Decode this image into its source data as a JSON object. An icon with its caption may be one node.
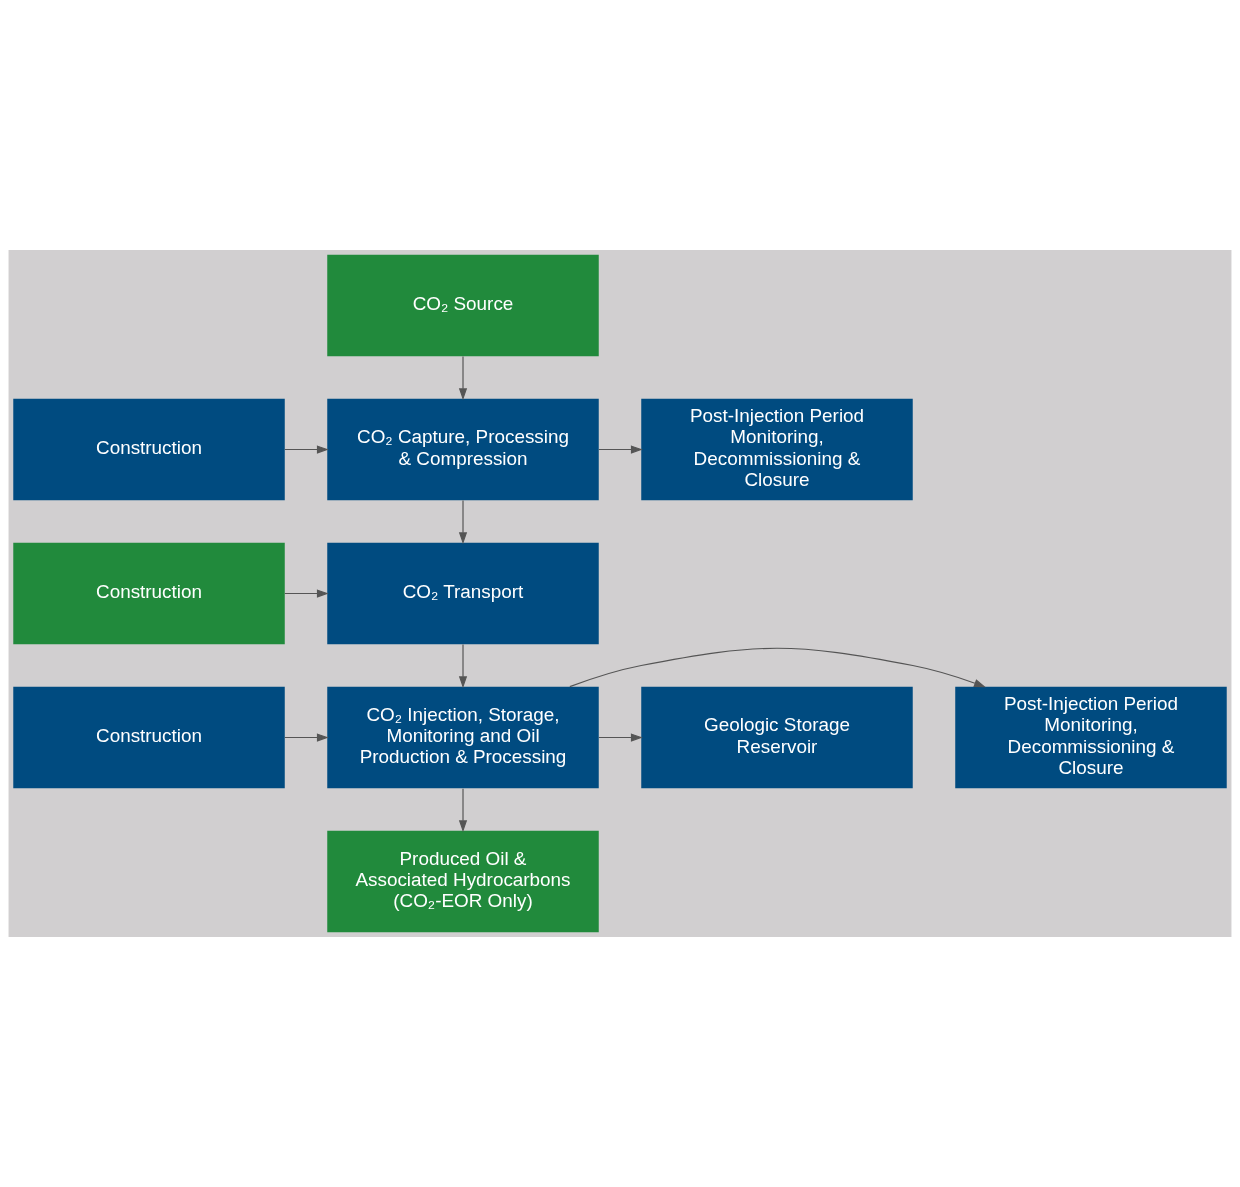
{
  "diagram": {
    "nodes": [
      {
        "text": [
          "CO₂ Source"
        ]
      },
      {
        "text": [
          "Construction"
        ]
      },
      {
        "text": [
          "CO₂ Capture, Processing & Compression"
        ]
      },
      {
        "text": [
          "Post-Injection Period Monitoring, Decommissioning & Closure"
        ]
      },
      {
        "text": [
          "Construction"
        ]
      },
      {
        "text": [
          "CO₂ Transport"
        ]
      },
      {
        "text": [
          "Construction"
        ]
      },
      {
        "text": [
          "CO₂ Injection, Storage, Monitoring and Oil Production & Processing"
        ]
      },
      {
        "text": [
          "Post-Injection Period Monitoring, Decommissioning & Closure"
        ]
      },
      {
        "text": [
          "Geologic Storage Reservoir"
        ]
      },
      {
        "text": [
          "Produced Oil & Associated Hydrocarbons",
          "(CO₂-EOR Only)"
        ]
      }
    ],
    "edges": [
      {
        "from": 0,
        "to": 2,
        "arrow": "to"
      },
      {
        "from": 1,
        "to": 2,
        "arrow": "to"
      },
      {
        "from": 2,
        "to": 3,
        "arrow": "to"
      },
      {
        "from": 2,
        "to": 5,
        "arrow": "to"
      },
      {
        "from": 4,
        "to": 5,
        "arrow": "to"
      },
      {
        "from": 5,
        "to": 7,
        "arrow": "to"
      },
      {
        "from": 6,
        "to": 7,
        "arrow": "to"
      },
      {
        "from": 7,
        "to": 8,
        "arrow": "to"
      },
      {
        "from": 7,
        "to": 9,
        "arrow": "to"
      },
      {
        "from": 7,
        "to": 10,
        "arrow": "to"
      }
    ]
  }
}
